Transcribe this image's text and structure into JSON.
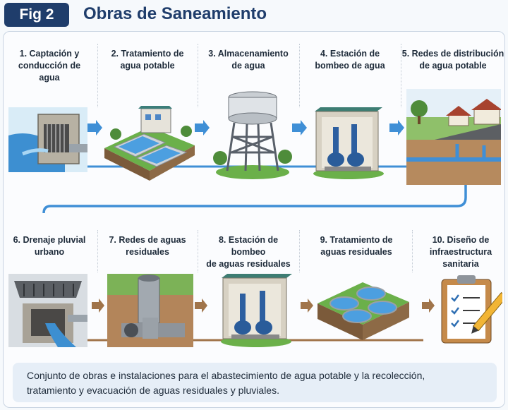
{
  "header": {
    "badge": "Fig 2",
    "title": "Obras de Saneamiento"
  },
  "steps_top": [
    {
      "line1": "1. Captación y",
      "line2": "conducción de",
      "line3": "agua"
    },
    {
      "line1": "2. Tratamiento de",
      "line2": "agua potable",
      "line3": ""
    },
    {
      "line1": "3. Almacenamiento",
      "line2": "de agua",
      "line3": ""
    },
    {
      "line1": "4. Estación de",
      "line2": "bombeo de agua",
      "line3": ""
    },
    {
      "line1": "5. Redes de distribución",
      "line2": "de agua potable",
      "line3": ""
    }
  ],
  "steps_bottom": [
    {
      "line1": "6. Drenaje pluvial",
      "line2": "urbano",
      "line3": ""
    },
    {
      "line1": "7. Redes de aguas",
      "line2": "residuales",
      "line3": ""
    },
    {
      "line1": "8. Estación de bombeo",
      "line2": "de aguas residuales",
      "line3": ""
    },
    {
      "line1": "9. Tratamiento de",
      "line2": "aguas residuales",
      "line3": ""
    },
    {
      "line1": "10. Diseño de",
      "line2": "infraestructura",
      "line3": "sanitaria"
    }
  ],
  "caption": {
    "line1": "Conjunto de obras e instalaciones para el abastecimiento de agua potable y la recolección,",
    "line2": "tratamiento y evacuación de aguas residuales y pluviales."
  },
  "colors": {
    "navy": "#1f3d6b",
    "clean_water": "#3f8fd6",
    "wastewater": "#a0744a",
    "grass": "#6bb04a"
  }
}
